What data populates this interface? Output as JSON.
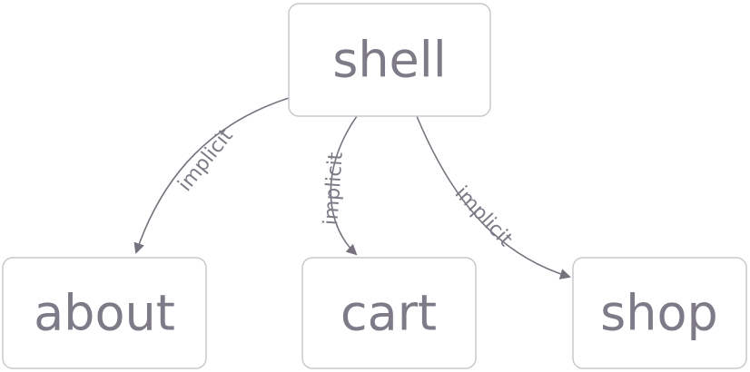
{
  "nodes": {
    "shell": "shell",
    "about": "about",
    "cart": "cart",
    "shop": "shop"
  },
  "edges": [
    {
      "from": "shell",
      "to": "about",
      "label": "implicit"
    },
    {
      "from": "shell",
      "to": "cart",
      "label": "implicit"
    },
    {
      "from": "shell",
      "to": "shop",
      "label": "implicit"
    }
  ],
  "colors": {
    "node_border": "#c9c9cc",
    "text": "#7e7a87",
    "edge": "#76737e"
  }
}
